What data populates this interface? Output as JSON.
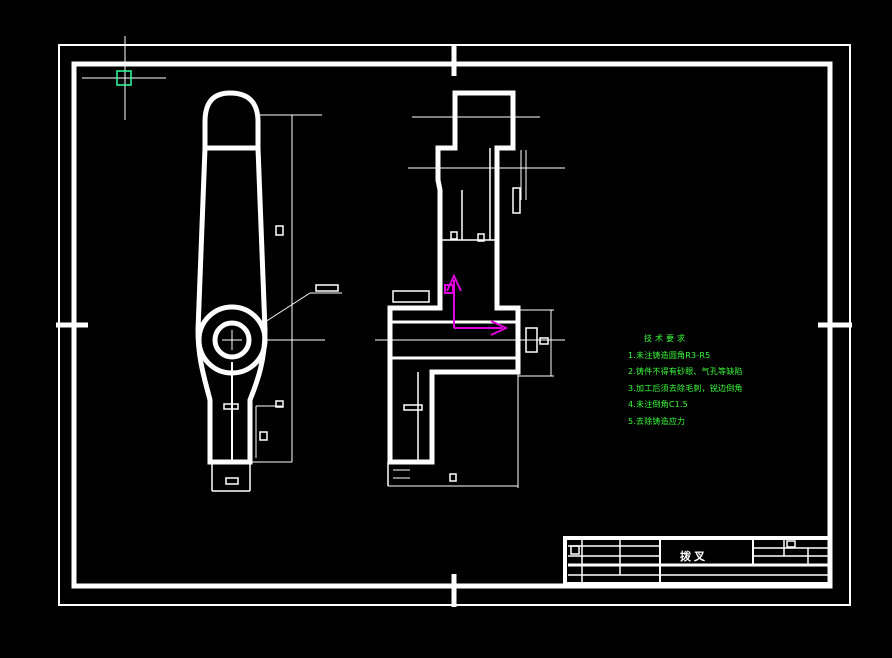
{
  "window": {
    "title": "CAD drawing view"
  },
  "colors": {
    "background": "#000000",
    "outline": "#ffffff",
    "notes": "#39ff3a",
    "ucs": "#e000e0",
    "cursor": "#32ff9e"
  },
  "notes": {
    "title": "技术要求",
    "lines": [
      "1.未注铸造圆角R3-R5",
      "2.铸件不得有砂眼、气孔等缺陷",
      "3.加工后须去除毛刺，锐边倒角",
      "4.未注倒角C1.5",
      "5.去除铸造应力"
    ]
  },
  "title_block": {
    "name": "拨叉"
  },
  "icons": {
    "cursor": "crosshair-pickbox-icon",
    "ucs": "ucs-axis-icon"
  }
}
